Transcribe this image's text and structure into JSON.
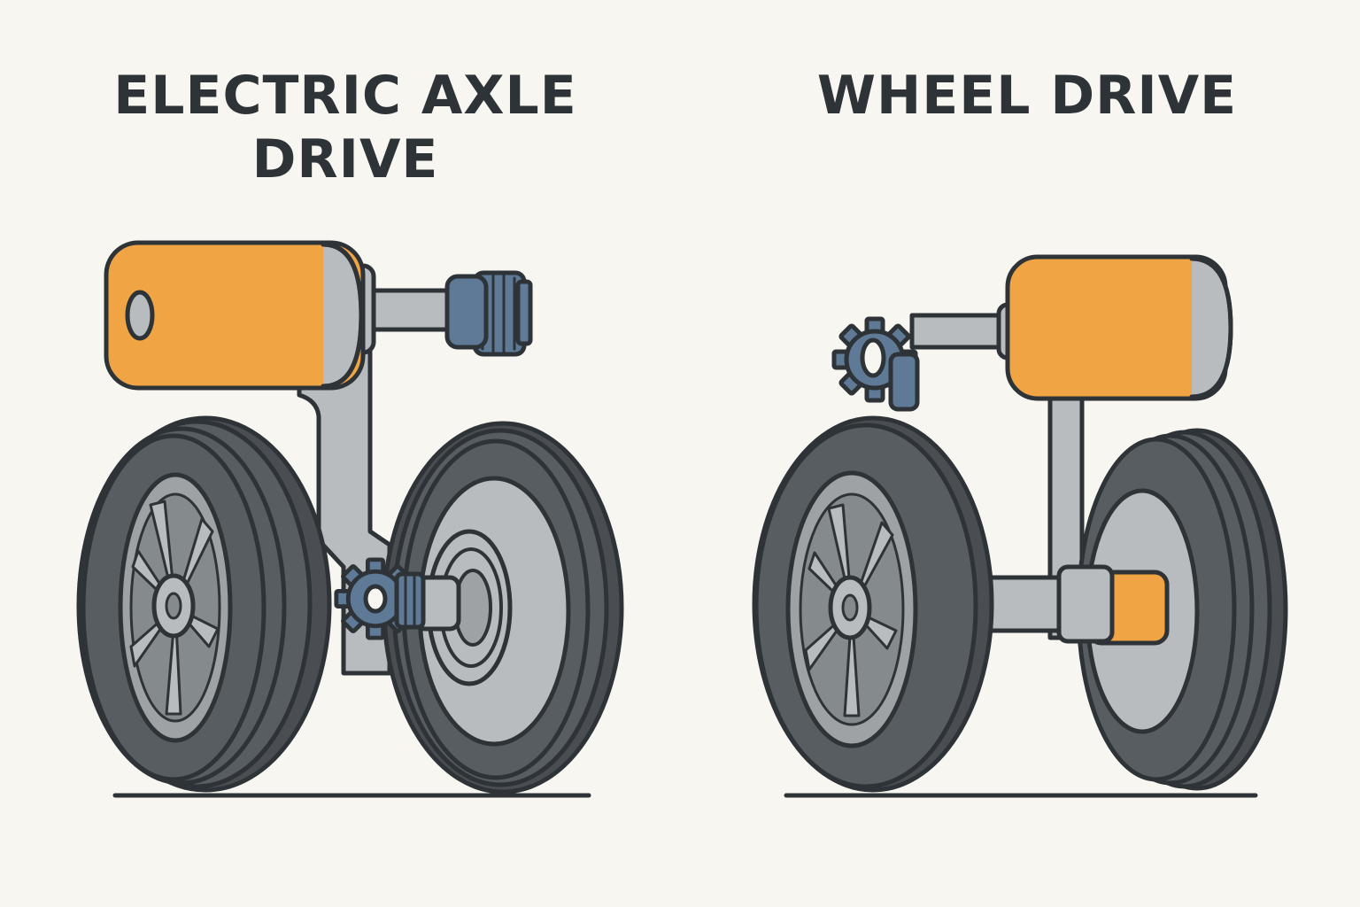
{
  "panels": {
    "left": {
      "title_line1": "ELECTRIC AXLE",
      "title_line2": "DRIVE"
    },
    "right": {
      "title": "WHEEL DRIVE"
    }
  },
  "colors": {
    "background": "#f8f6f1",
    "outline": "#2e3337",
    "motor_orange": "#f0a443",
    "tire": "#585d61",
    "tire_dark": "#4a4e52",
    "rim": "#9ea2a5",
    "metal": "#b9bcbe",
    "gear": "#5e7a96"
  },
  "icons": {
    "left_motor": "electric-motor-icon",
    "left_gears": "gear-icon",
    "right_motor": "electric-motor-icon",
    "right_gear": "gear-icon",
    "wheels": "wheel-icon"
  }
}
